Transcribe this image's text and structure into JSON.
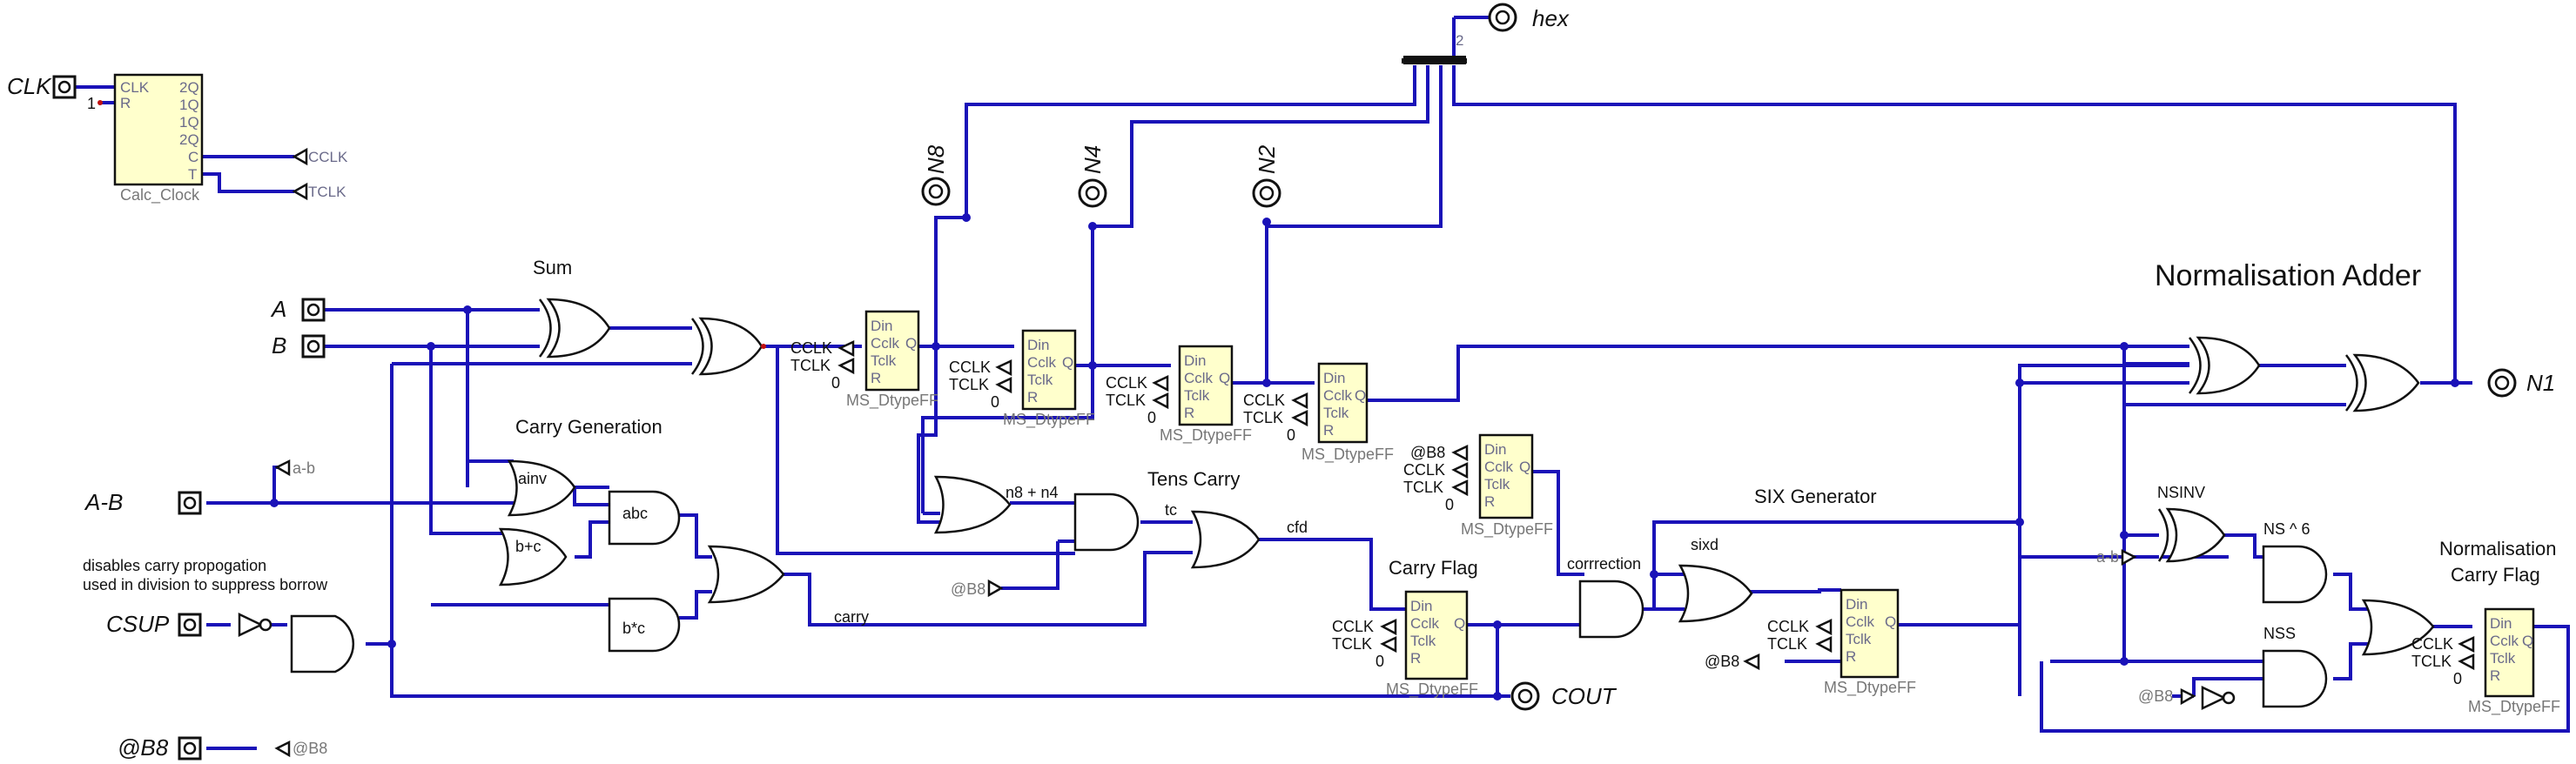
{
  "labels": {
    "clk": "CLK",
    "a": "A",
    "b": "B",
    "amb": "A-B",
    "csup": "CSUP",
    "b8pin": "@B8",
    "hex": "hex",
    "n8": "N8",
    "n4": "N4",
    "n2": "N2",
    "n1": "N1",
    "cout": "COUT",
    "sum": "Sum",
    "carry_generation": "Carry Generation",
    "tens_carry": "Tens Carry",
    "carry_flag": "Carry Flag",
    "six_generator": "SIX Generator",
    "normalisation_adder": "Normalisation  Adder",
    "norm_carry_flag_1": "Normalisation",
    "norm_carry_flag_2": "Carry Flag",
    "note_1": "disables carry propogation",
    "note_2": "used in division to suppress borrow",
    "ainv": "ainv",
    "bpc": "b+c",
    "abc": "abc",
    "bc": "b*c",
    "n8n4": "n8  +  n4",
    "tc": "tc",
    "cfd": "cfd",
    "carry": "carry",
    "correction": "corrrection",
    "sixd": "sixd",
    "nsinv": "NSINV",
    "ns6": "NS ^ 6",
    "nss": "NSS",
    "cclk": "CCLK",
    "tclk": "TCLK",
    "amb_small": "a-b",
    "b8_small": "@B8",
    "zero": "0",
    "one": "1",
    "calc_clock": "Calc_Clock",
    "ms_dtypeff": "MS_DtypeFF",
    "ff_din": "Din",
    "ff_cclk": "Cclk",
    "ff_tclk": "Tclk",
    "ff_r": "R",
    "ff_q": "Q",
    "clk_pin_clk": "CLK",
    "clk_pin_r": "R",
    "clk_out_2q": "2Q",
    "clk_out_1q": "1Q",
    "clk_out_1q_b": "1Q",
    "clk_out_2q_b": "2Q",
    "clk_out_c": "C",
    "clk_out_t": "T",
    "splitter_idx": "2"
  },
  "colors": {
    "wire": "#1a12b8",
    "flipflop_fill": "#ffffcc",
    "pin_dot": "#c01010"
  }
}
